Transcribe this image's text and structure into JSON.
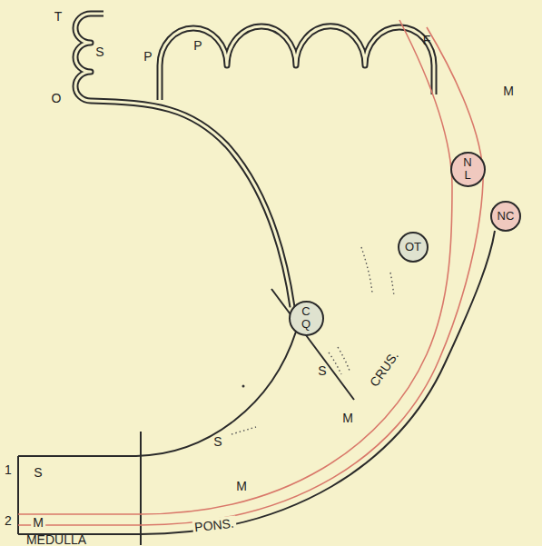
{
  "diagram": {
    "nodes": [
      {
        "text": [
          "C Q"
        ]
      },
      {
        "text": [
          "OT"
        ]
      },
      {
        "text": [
          "N L"
        ]
      },
      {
        "text": [
          "NC"
        ]
      }
    ],
    "labels": [
      "P",
      "P",
      "F",
      "M",
      "T",
      "S",
      "O",
      "S",
      "S",
      "M",
      "M",
      "CRUS.",
      "PONS.",
      "1",
      "S",
      "2",
      "M",
      "MEDULLA"
    ]
  }
}
